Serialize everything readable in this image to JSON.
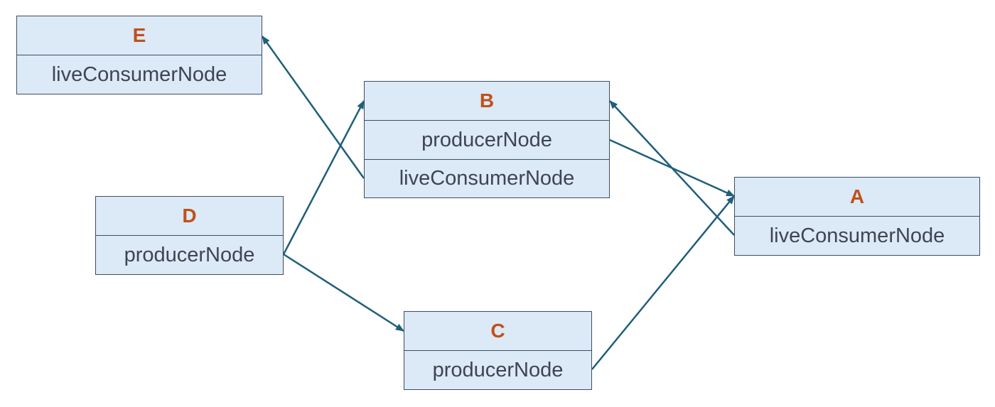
{
  "colors": {
    "node_fill": "#dce9f7",
    "node_border": "#3e4e60",
    "title_text": "#c0501a",
    "row_text": "#3f4550",
    "edge": "#1f5f7a"
  },
  "nodes": {
    "E": {
      "title": "E",
      "rows": [
        "liveConsumerNode"
      ]
    },
    "B": {
      "title": "B",
      "rows": [
        "producerNode",
        "liveConsumerNode"
      ]
    },
    "D": {
      "title": "D",
      "rows": [
        "producerNode"
      ]
    },
    "A": {
      "title": "A",
      "rows": [
        "liveConsumerNode"
      ]
    },
    "C": {
      "title": "C",
      "rows": [
        "producerNode"
      ]
    }
  },
  "edges": [
    {
      "from": "B.liveConsumerNode",
      "to": "E"
    },
    {
      "from": "D.producerNode",
      "to": "B"
    },
    {
      "from": "D.producerNode",
      "to": "C"
    },
    {
      "from": "B.producerNode",
      "to": "A"
    },
    {
      "from": "A.liveConsumerNode",
      "to": "B"
    },
    {
      "from": "C.producerNode",
      "to": "A"
    }
  ]
}
